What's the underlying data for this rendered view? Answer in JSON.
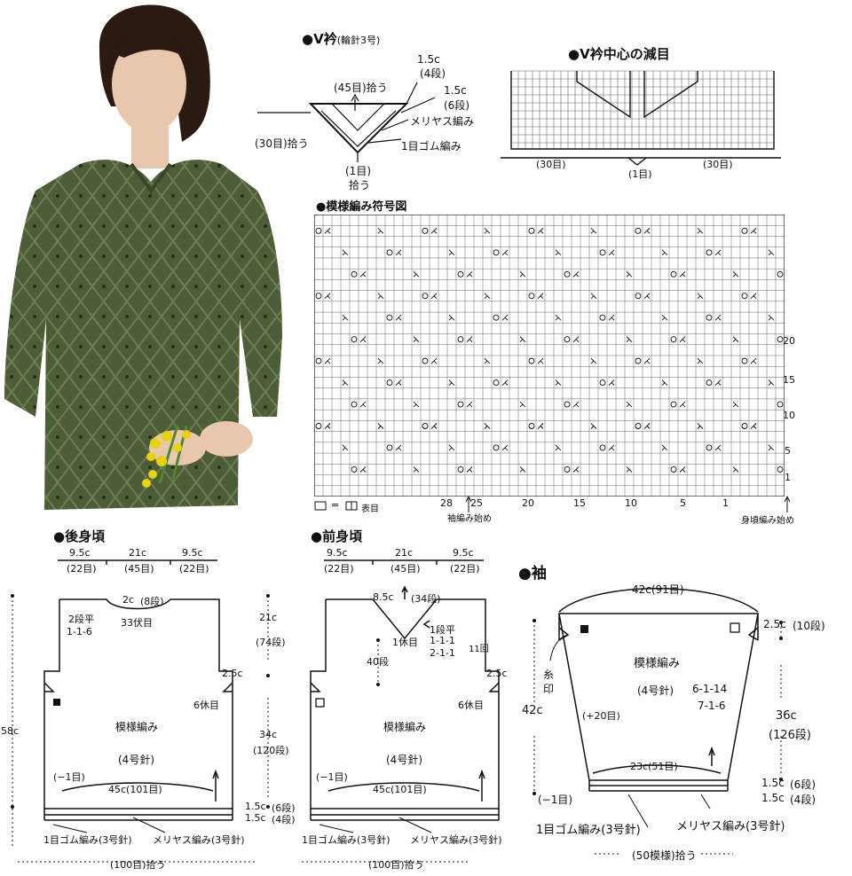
{
  "colors": {
    "sweater": "#4d5d37",
    "sweater_dark": "#3a472a",
    "hair": "#2a1a12",
    "skin": "#e9c7ad",
    "flower": "#e8d20f",
    "stem": "#4d8a2c",
    "grid": "#666666",
    "ink": "#111111"
  },
  "vneck": {
    "title": "●V衿",
    "title_sub": "(輪針3号)",
    "pick_top": "(45目)拾う",
    "pick_left": "(30目)拾う",
    "center_stitch": "(1目)",
    "center_pick": "拾う",
    "h1": "1.5c",
    "h1_rows": "(4段)",
    "h2": "1.5c",
    "h2_rows": "(6段)",
    "label_stockinette": "メリヤス編み",
    "label_rib": "1目ゴム編み"
  },
  "vdec": {
    "title": "●V衿中心の減目",
    "left": "(30目)",
    "center": "(1目)",
    "right": "(30目)"
  },
  "pattern": {
    "title": "●模様編み符号図",
    "row_labels": [
      "20",
      "15",
      "10",
      "5",
      "1"
    ],
    "col_labels": [
      "28",
      "25",
      "20",
      "15",
      "10",
      "5",
      "1"
    ],
    "legend_eq": "=",
    "legend_text": "表目",
    "sleeve_start": "袖編み始め",
    "body_start": "身頃編み始め"
  },
  "back": {
    "title": "●後身頃",
    "w_left": "9.5c",
    "w_left_st": "(22目)",
    "w_mid": "21c",
    "w_mid_st": "(45目)",
    "w_right": "9.5c",
    "w_right_st": "(22目)",
    "neck_c": "2c",
    "neck_rows": "(8段)",
    "neck_bind": "33伏目",
    "neck_dec1": "2段平",
    "neck_dec2": "1-1-6",
    "arm_c": "2.5c",
    "arm_bind": "6休目",
    "total_h": "58c",
    "upper_h": "21c",
    "upper_rows": "(74段)",
    "mid_h": "34c",
    "mid_rows": "(120段)",
    "rib1_h": "1.5c",
    "rib1_rows": "(6段)",
    "rib2_h": "1.5c",
    "rib2_rows": "(4段)",
    "pattern": "模様編み",
    "needle": "(4号針)",
    "minus": "(−1目)",
    "width": "45c(101目)",
    "rib_label": "1目ゴム編み(3号針)",
    "stock_label": "メリヤス編み(3号針)",
    "pick": "(100目)拾う"
  },
  "front": {
    "title": "●前身頃",
    "w_left": "9.5c",
    "w_left_st": "(22目)",
    "w_mid": "21c",
    "w_mid_st": "(45目)",
    "w_right": "9.5c",
    "w_right_st": "(22目)",
    "neck_c": "8.5c",
    "neck_rows": "(34段)",
    "center_bind": "1休目",
    "dec1": "1段平",
    "dec2": "1-1-1",
    "dec3": "2-1-1",
    "repeat": "11回",
    "neck_rows2": "40段",
    "arm_c": "2.5c",
    "arm_bind": "6休目",
    "pattern": "模様編み",
    "needle": "(4号針)",
    "minus": "(−1目)",
    "width": "45c(101目)",
    "rib_label": "1目ゴム編み(3号針)",
    "stock_label": "メリヤス編み(3号針)",
    "pick": "(100目)拾う"
  },
  "sleeve": {
    "title": "●袖",
    "top_w": "42c(91目)",
    "cap_c": "2.5c",
    "cap_rows": "(10段)",
    "marker1": "糸",
    "marker2": "印",
    "pattern": "模様編み",
    "needle": "(4号針)",
    "inc1": "6-1-14",
    "inc2": "7-1-6",
    "inc_total": "(+20目)",
    "left_h": "42c",
    "right_h": "36c",
    "right_rows": "(126段)",
    "bottom_w": "23c(51目)",
    "minus": "(−1目)",
    "rib1_h": "1.5c",
    "rib1_rows": "(6段)",
    "rib2_h": "1.5c",
    "rib2_rows": "(4段)",
    "rib_label": "1目ゴム編み(3号針)",
    "stock_label": "メリヤス編み(3号針)",
    "pick": "(50模様)拾う"
  }
}
